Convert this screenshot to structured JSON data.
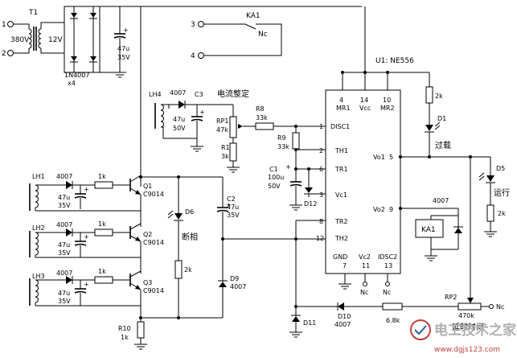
{
  "transformer": {
    "name": "T1",
    "primary": "380V",
    "secondary": "12V",
    "terminal_1": "1",
    "terminal_2": "2"
  },
  "bridge": {
    "diode": "1N4007",
    "count": "x4",
    "cap_value": "47u",
    "cap_voltage": "35V"
  },
  "relay": {
    "name": "KA1",
    "contact": "Nc",
    "terminal_3": "3",
    "terminal_4": "4"
  },
  "ic": {
    "name": "U1: NE556",
    "pin_numbers": {
      "mr1": "4",
      "vcc": "14",
      "mr2": "10",
      "disc1": "1",
      "th1": "2",
      "tr1": "6",
      "vc1": "3",
      "tr2": "8",
      "th2": "12",
      "gnd": "7",
      "vc2": "11",
      "idsc2": "13",
      "vo1": "5",
      "vo2": "9"
    },
    "pin_labels": {
      "mr1": "MR1",
      "vcc": "Vcc",
      "mr2": "MR2",
      "disc1": "DISC1",
      "th1": "TH1",
      "tr1": "TR1",
      "vc1": "Vc1",
      "tr2": "TR2",
      "th2": "TH2",
      "gnd": "GND",
      "vc2": "Vc2",
      "idsc2": "IDSC2",
      "vo1": "Vo1",
      "vo2": "Vo2"
    },
    "nc_label": "Nc"
  },
  "current_set": {
    "lh4": "LH4",
    "diode": "4007",
    "c3_name": "C3",
    "c3_value": "47u",
    "c3_voltage": "50V",
    "rp1_name": "RP1",
    "rp1_value": "47k",
    "r1_name": "R1",
    "r1_value": "3k",
    "r8_name": "R8",
    "r8_value": "33k",
    "r9_name": "R9",
    "r9_value": "33k",
    "c1_name": "C1",
    "c1_value": "100u",
    "c1_voltage": "50V",
    "d12": "D12",
    "title": "电流整定"
  },
  "phases": [
    {
      "lh": "LH1",
      "diode": "4007",
      "cap_value": "47u",
      "cap_voltage": "35V",
      "res": "1k",
      "q": "Q1",
      "q_type": "C9014"
    },
    {
      "lh": "LH2",
      "diode": "4007",
      "cap_value": "47u",
      "cap_voltage": "35V",
      "res": "1k",
      "q": "Q2",
      "q_type": "C9014"
    },
    {
      "lh": "LH3",
      "diode": "4007",
      "cap_value": "47u",
      "cap_voltage": "35V",
      "res": "1k",
      "q": "Q3",
      "q_type": "C9014"
    }
  ],
  "phase_loss": {
    "d6": "D6",
    "label": "断相",
    "res": "2k",
    "c2_name": "C2",
    "c2_value": "47u",
    "c2_voltage": "35V",
    "d9": "D9",
    "d9_type": "4007",
    "r10": "R10",
    "r10_value": "1k"
  },
  "outputs": {
    "r_d1": "2k",
    "d1": "D1",
    "overload_label": "过载",
    "d5": "D5",
    "run_label": "运行",
    "r_d5": "2k",
    "relay_diode": "4007",
    "relay_coil": "KA1"
  },
  "delay": {
    "d11": "D11",
    "d10": "D10",
    "d10_type": "4007",
    "res": "6.8k",
    "rp2": "RP2",
    "rp2_value": "470k",
    "nc": "Nc",
    "label": "延时时间"
  },
  "watermark": {
    "text": "电工技术之家",
    "url": "www.dgjs123.com"
  }
}
